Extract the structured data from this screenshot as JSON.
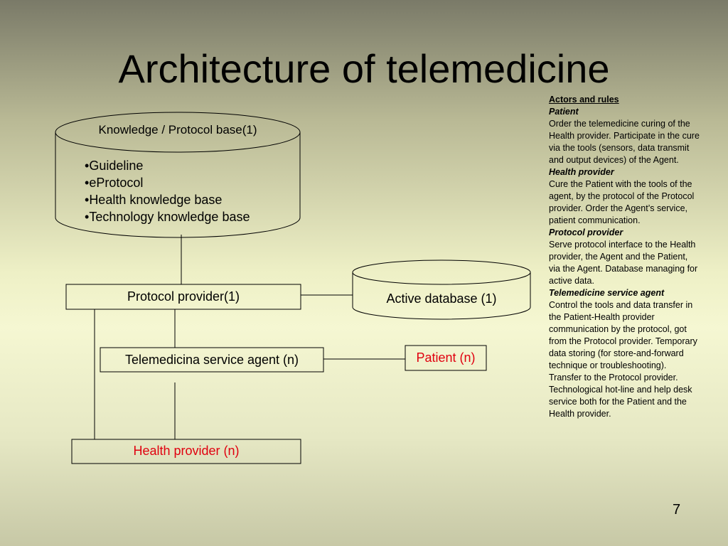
{
  "slide": {
    "title": "Architecture of telemedicine",
    "page_number": "7"
  },
  "diagram": {
    "knowledge_base": {
      "title": "Knowledge / Protocol base(1)",
      "items": [
        "Guideline",
        "eProtocol",
        "Health knowledge base",
        "Technology knowledge base"
      ]
    },
    "protocol_provider": "Protocol provider(1)",
    "active_database": "Active database (1)",
    "service_agent": "Telemedicina service agent (n)",
    "patient": "Patient (n)",
    "health_provider": "Health provider (n)"
  },
  "actors": {
    "heading": "Actors and rules",
    "roles": [
      {
        "name": "Patient",
        "text": "Order the telemedicine curing of the Health provider. Participate in the cure via the tools (sensors, data transmit and output devices) of the Agent."
      },
      {
        "name": "Health provider",
        "text": "Cure the Patient with the tools of the agent, by the protocol of the Protocol provider. Order the Agent’s service, patient communication."
      },
      {
        "name": "Protocol provider",
        "text": "Serve protocol interface to the Health provider, the Agent and the Patient, via the Agent. Database managing for active data."
      },
      {
        "name": "Telemedicine service agent",
        "text": "Control the tools and data transfer in the Patient-Health provider communication by the protocol, got from the Protocol provider. Temporary data storing (for store-and-forward technique or troubleshooting). Transfer to the Protocol provider. Technological hot-line and help desk service both for the Patient and the Health provider."
      }
    ]
  },
  "colors": {
    "accent_red": "#e0000f"
  }
}
